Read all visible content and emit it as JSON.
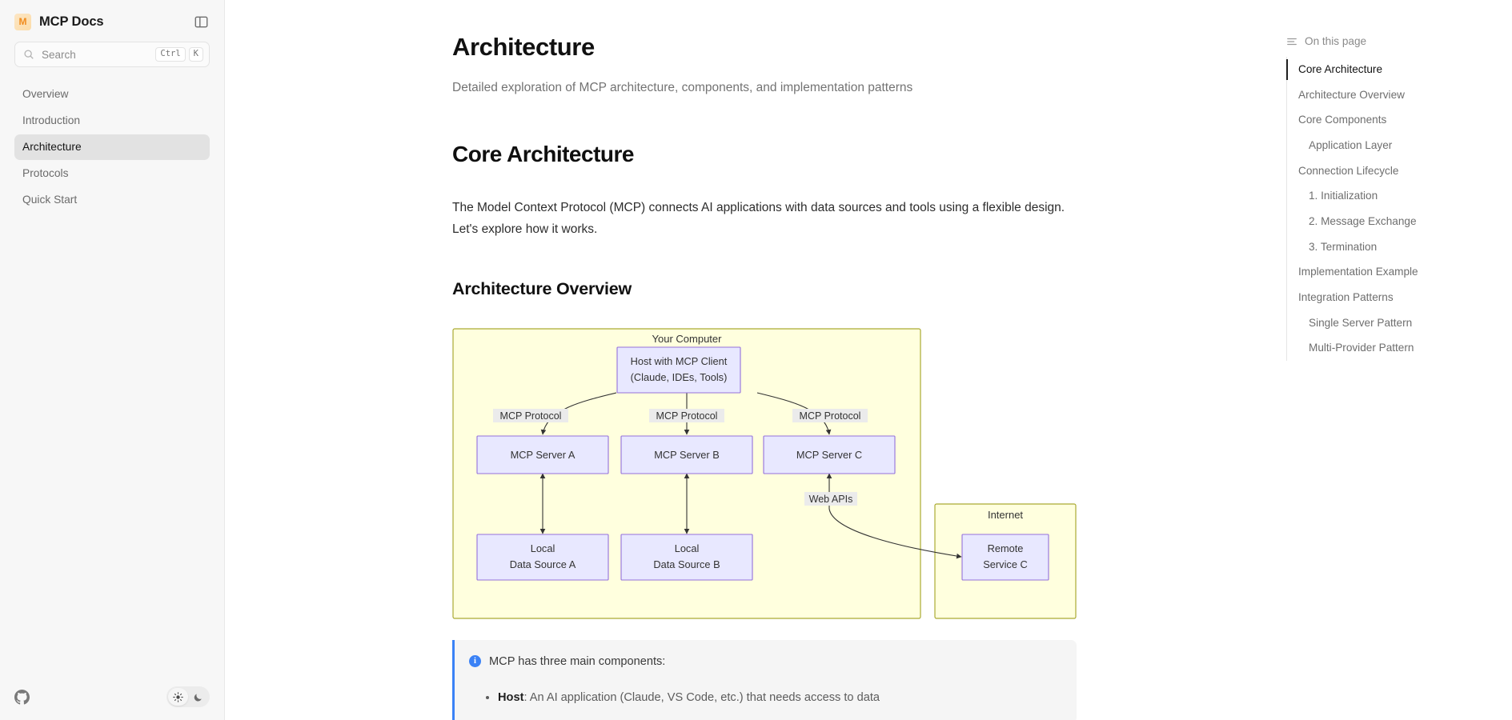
{
  "sidebar": {
    "logo_letter": "M",
    "brand": "MCP Docs",
    "panel_toggle_icon": "panel-toggle-icon",
    "search": {
      "icon": "search-icon",
      "placeholder": "Search",
      "kbd_mod": "Ctrl",
      "kbd_key": "K"
    },
    "items": [
      {
        "label": "Overview",
        "active": false
      },
      {
        "label": "Introduction",
        "active": false
      },
      {
        "label": "Architecture",
        "active": true
      },
      {
        "label": "Protocols",
        "active": false
      },
      {
        "label": "Quick Start",
        "active": false
      }
    ],
    "footer": {
      "github_icon": "github-icon",
      "light_icon": "sun-icon",
      "dark_icon": "moon-icon",
      "active_theme": "light"
    }
  },
  "main": {
    "page_title": "Architecture",
    "page_subtitle": "Detailed exploration of MCP architecture, components, and implementation patterns",
    "section_heading": "Core Architecture",
    "section_paragraph": "The Model Context Protocol (MCP) connects AI applications with data sources and tools using a flexible design. Let's explore how it works.",
    "subsection_heading": "Architecture Overview"
  },
  "diagram": {
    "type": "flowchart",
    "clusters": [
      {
        "id": "computer",
        "label": "Your Computer"
      },
      {
        "id": "internet",
        "label": "Internet"
      }
    ],
    "nodes": [
      {
        "id": "host",
        "label_lines": [
          "Host with MCP Client",
          "(Claude, IDEs, Tools)"
        ],
        "cluster": "computer"
      },
      {
        "id": "srvA",
        "label_lines": [
          "MCP Server A"
        ],
        "cluster": "computer"
      },
      {
        "id": "srvB",
        "label_lines": [
          "MCP Server B"
        ],
        "cluster": "computer"
      },
      {
        "id": "srvC",
        "label_lines": [
          "MCP Server C"
        ],
        "cluster": "computer"
      },
      {
        "id": "dsA",
        "label_lines": [
          "Local",
          "Data Source A"
        ],
        "cluster": "computer"
      },
      {
        "id": "dsB",
        "label_lines": [
          "Local",
          "Data Source B"
        ],
        "cluster": "computer"
      },
      {
        "id": "remC",
        "label_lines": [
          "Remote",
          "Service C"
        ],
        "cluster": "internet"
      }
    ],
    "edges": [
      {
        "from": "host",
        "to": "srvA",
        "label": "MCP Protocol"
      },
      {
        "from": "host",
        "to": "srvB",
        "label": "MCP Protocol"
      },
      {
        "from": "host",
        "to": "srvC",
        "label": "MCP Protocol"
      },
      {
        "from": "dsA",
        "to": "srvA",
        "label": "",
        "arrows": "both"
      },
      {
        "from": "dsB",
        "to": "srvB",
        "label": "",
        "arrows": "both"
      },
      {
        "from": "srvC",
        "to": "remC",
        "label": "Web APIs"
      }
    ],
    "colors": {
      "cluster_fill": "#ffffde",
      "cluster_stroke": "#aaaa33",
      "node_fill": "#e8e8ff",
      "node_stroke": "#9370db",
      "edge_stroke": "#333333",
      "edge_label_bg": "#ebebeb",
      "text": "#333333"
    }
  },
  "callout": {
    "icon": "info-icon",
    "accent_color": "#3b82f6",
    "text": "MCP has three main components:",
    "items": [
      {
        "term": "Host",
        "desc": ": An AI application (Claude, VS Code, etc.) that needs access to data"
      }
    ]
  },
  "toc": {
    "icon": "list-icon",
    "heading": "On this page",
    "items": [
      {
        "label": "Core Architecture",
        "level": 2,
        "active": true
      },
      {
        "label": "Architecture Overview",
        "level": 2,
        "active": false
      },
      {
        "label": "Core Components",
        "level": 2,
        "active": false
      },
      {
        "label": "Application Layer",
        "level": 3,
        "active": false
      },
      {
        "label": "Connection Lifecycle",
        "level": 2,
        "active": false
      },
      {
        "label": "1. Initialization",
        "level": 3,
        "active": false
      },
      {
        "label": "2. Message Exchange",
        "level": 3,
        "active": false
      },
      {
        "label": "3. Termination",
        "level": 3,
        "active": false
      },
      {
        "label": "Implementation Example",
        "level": 2,
        "active": false
      },
      {
        "label": "Integration Patterns",
        "level": 2,
        "active": false
      },
      {
        "label": "Single Server Pattern",
        "level": 3,
        "active": false
      },
      {
        "label": "Multi-Provider Pattern",
        "level": 3,
        "active": false
      }
    ]
  }
}
